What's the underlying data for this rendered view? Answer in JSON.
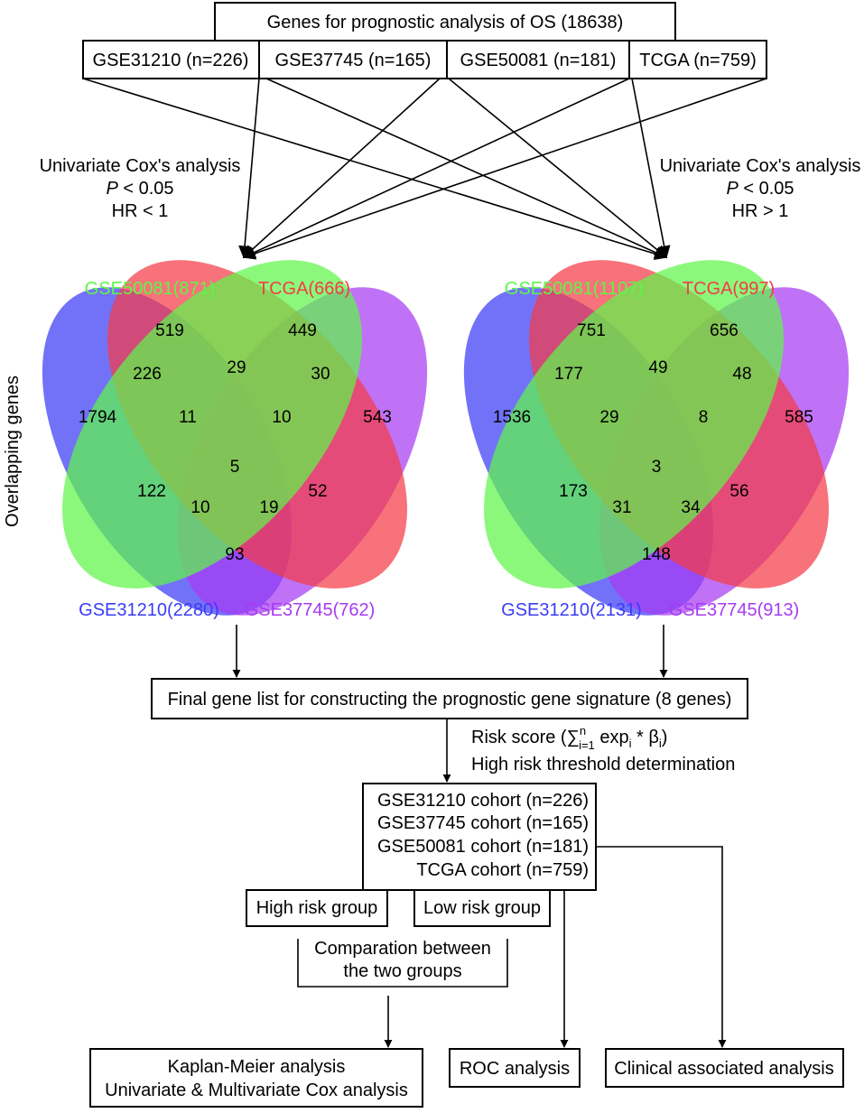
{
  "top_box": "Genes for prognostic analysis of OS (18638)",
  "datasets": [
    "GSE31210 (n=226)",
    "GSE37745 (n=165)",
    "GSE50081 (n=181)",
    "TCGA (n=759)"
  ],
  "side_text": "Overlapping genes",
  "left_criteria": {
    "method": "Univariate Cox's analysis",
    "p_symbol": "P",
    "p_rest": " < 0.05",
    "hr": "HR < 1"
  },
  "right_criteria": {
    "method": "Univariate Cox's analysis",
    "p_symbol": "P",
    "p_rest": " < 0.05",
    "hr": "HR > 1"
  },
  "colors": {
    "green": "#5ef54a",
    "red": "#f43b46",
    "blue": "#3b3cf6",
    "purple": "#a63bf2"
  },
  "venn_left": {
    "labels": {
      "green": "GSE50081(871)",
      "red": "TCGA(666)",
      "blue": "GSE31210(2280)",
      "purple": "GSE37745(762)"
    },
    "counts": {
      "g_only": "519",
      "r_only": "449",
      "b_only": "1794",
      "p_only": "543",
      "gb": "226",
      "gr": "29",
      "rp": "30",
      "gbr": "11",
      "grp": "10",
      "all": "5",
      "br": "122",
      "brp": "10",
      "gbp": "19",
      "gp": "52",
      "bp": "93"
    }
  },
  "venn_right": {
    "labels": {
      "green": "GSE50081(1107)",
      "red": "TCGA(997)",
      "blue": "GSE31210(2131)",
      "purple": "GSE37745(913)"
    },
    "counts": {
      "g_only": "751",
      "r_only": "656",
      "b_only": "1536",
      "p_only": "585",
      "gb": "177",
      "gr": "49",
      "rp": "48",
      "gbr": "29",
      "grp": "8",
      "all": "3",
      "br": "173",
      "brp": "31",
      "gbp": "34",
      "gp": "56",
      "bp": "148"
    }
  },
  "final_box": "Final gene list for constructing the prognostic gene signature (8 genes)",
  "risk_score": {
    "prefix": "Risk score (",
    "sigma": "∑",
    "sup": "n",
    "sub": "i=1",
    "exp": " exp",
    "exp_sub": "i",
    "times": " * β",
    "beta_sub": "i",
    "close": ")"
  },
  "threshold": "High risk threshold determination",
  "cohorts": [
    "GSE31210 cohort (n=226)",
    "GSE37745 cohort (n=165)",
    "GSE50081 cohort (n=181)",
    "TCGA cohort (n=759)"
  ],
  "high_risk": "High risk group",
  "low_risk": "Low risk group",
  "comparison": [
    "Comparation between",
    "the two groups"
  ],
  "km": [
    "Kaplan-Meier analysis",
    "Univariate  & Multivariate Cox analysis"
  ],
  "roc": "ROC analysis",
  "clinical": "Clinical associated analysis"
}
